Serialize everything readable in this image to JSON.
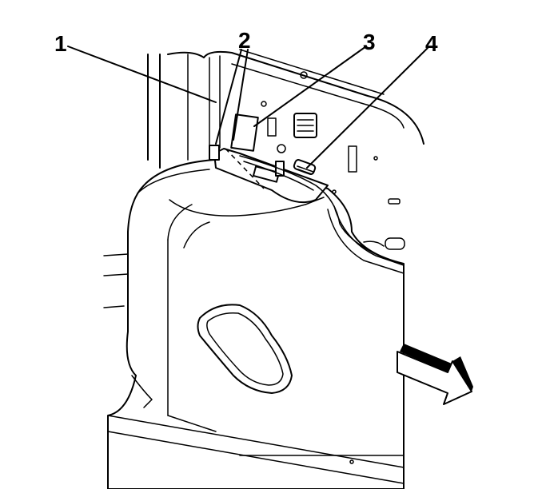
{
  "diagram": {
    "callouts": [
      {
        "number": "1",
        "label": "1"
      },
      {
        "number": "2",
        "label": "2"
      },
      {
        "number": "3",
        "label": "3"
      },
      {
        "number": "4",
        "label": "4"
      }
    ],
    "direction_arrow": {
      "icon": "outward-arrow-icon"
    }
  }
}
